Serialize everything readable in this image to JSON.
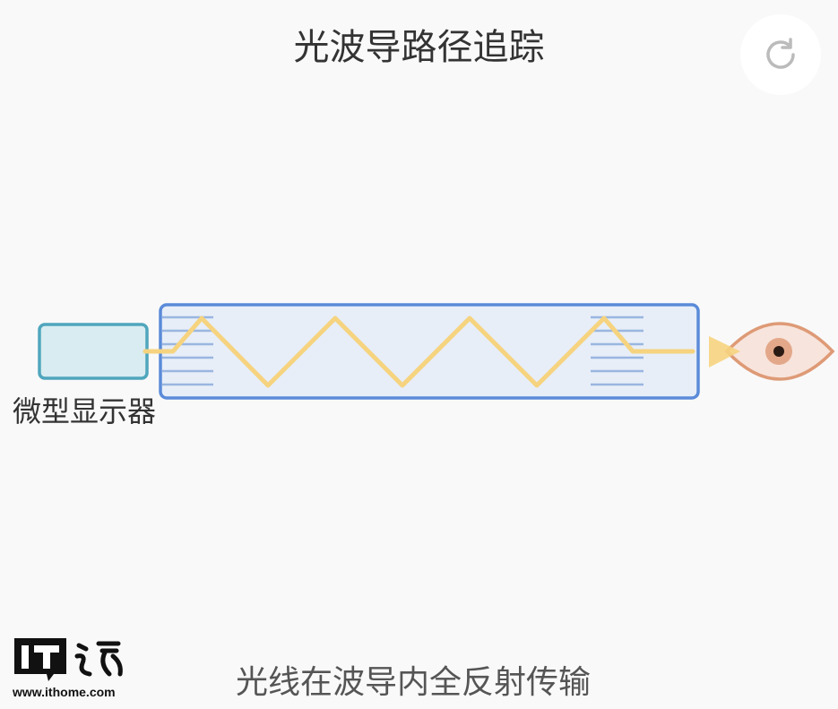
{
  "title": "光波导路径追踪",
  "refresh_icon": "refresh-icon",
  "display_label": "微型显示器",
  "caption": "光线在波导内全反射传输",
  "watermark": {
    "logo_text": "IT之家",
    "url": "www.ithome.com"
  },
  "colors": {
    "waveguide": "#5b8bd9",
    "display": "#4fa6bd",
    "ray": "#f6d37f",
    "eye": "#de9a76"
  }
}
